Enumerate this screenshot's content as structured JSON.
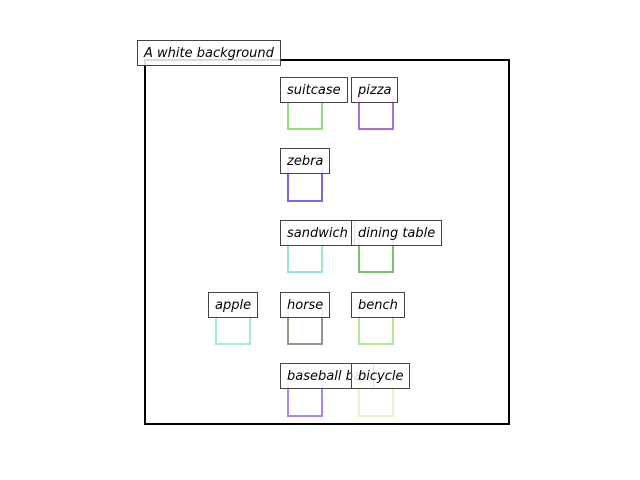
{
  "scene": {
    "background_label": "A white background",
    "objects": [
      {
        "label": "suitcase",
        "color": "#90e080"
      },
      {
        "label": "pizza",
        "color": "#a870d0"
      },
      {
        "label": "zebra",
        "color": "#7a6ae0"
      },
      {
        "label": "sandwich",
        "color": "#98e6d0"
      },
      {
        "label": "dining table",
        "color": "#78c070"
      },
      {
        "label": "apple",
        "color": "#a8e8d8"
      },
      {
        "label": "horse",
        "color": "#9a9488"
      },
      {
        "label": "bench",
        "color": "#b0ec90"
      },
      {
        "label": "baseball bat",
        "color": "#a888e8"
      },
      {
        "label": "bicycle",
        "color": "#e2f4d0"
      }
    ]
  }
}
